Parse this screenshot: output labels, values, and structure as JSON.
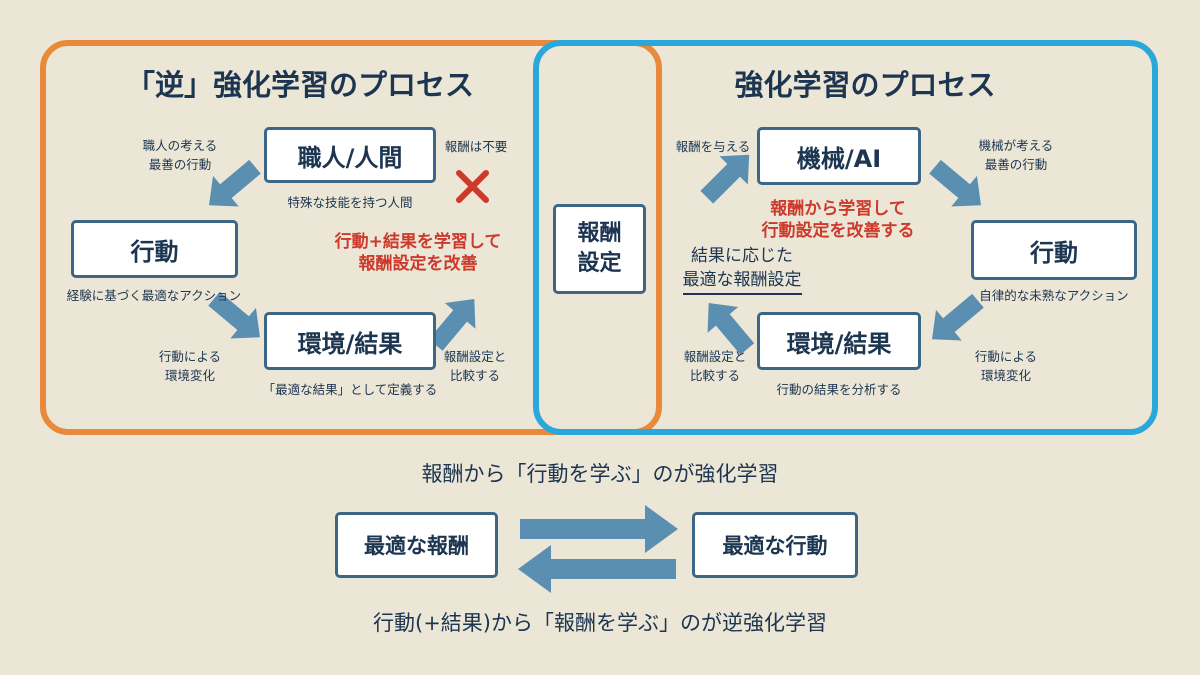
{
  "left": {
    "title": "「逆」強化学習のプロセス",
    "node_human": "職人/人間",
    "node_human_caption": "特殊な技能を持つ人間",
    "node_action": "行動",
    "node_action_caption": "経験に基づく最適なアクション",
    "node_env": "環境/結果",
    "node_env_caption": "「最適な結果」として定義する",
    "label_thinking": "職人の考える\n最善の行動",
    "label_no_reward": "報酬は不要",
    "label_env_change": "行動による\n環境変化",
    "label_compare": "報酬設定と\n比較する",
    "red_note": "行動+結果を学習して\n報酬設定を改善"
  },
  "center": {
    "reward_box": "報酬\n設定"
  },
  "right": {
    "title": "強化学習のプロセス",
    "node_machine": "機械/AI",
    "node_action": "行動",
    "node_action_caption": "自律的な未熟なアクション",
    "node_env": "環境/結果",
    "node_env_caption": "行動の結果を分析する",
    "label_give_reward": "報酬を与える",
    "label_thinking": "機械が考える\n最善の行動",
    "label_env_change": "行動による\n環境変化",
    "label_compare": "報酬設定と\n比較する",
    "red_note": "報酬から学習して\n行動設定を改善する",
    "optimal_reward_line1": "結果に応じた",
    "optimal_reward_line2": "最適な報酬設定"
  },
  "bottom": {
    "text_top": "報酬から「行動を学ぶ」のが強化学習",
    "box_left": "最適な報酬",
    "box_right": "最適な行動",
    "text_bottom": "行動(+結果)から「報酬を学ぶ」のが逆強化学習"
  },
  "colors": {
    "background": "#ece6d6",
    "orange_panel": "#e88a3c",
    "blue_panel": "#2aa8dc",
    "arrow": "#5b8fb2",
    "red_text": "#cc3a2c",
    "dark_text": "#1c3550"
  }
}
